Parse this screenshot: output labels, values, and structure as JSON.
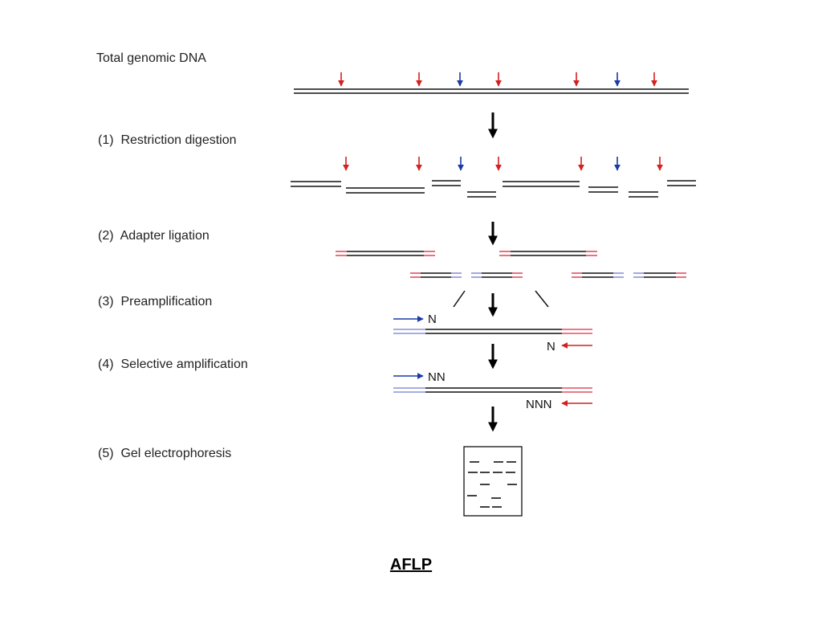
{
  "steps": {
    "total": "Total genomic DNA",
    "s1": "(1)  Restriction digestion",
    "s2": "(2)  Adapter ligation",
    "s3": "(3)  Preamplification",
    "s4": "(4)  Selective amplification",
    "s5": "(5)  Gel electrophoresis"
  },
  "markers": {
    "pre_fwd": "N",
    "pre_rev": "N",
    "sel_fwd": "NN",
    "sel_rev": "NNN"
  },
  "caption": "AFLP",
  "colors": {
    "dna": "#111111",
    "cut_site_a": "#d42020",
    "cut_site_b": "#1a3aa8",
    "adapter_a": "#e05060",
    "adapter_b": "#8a90d8"
  }
}
